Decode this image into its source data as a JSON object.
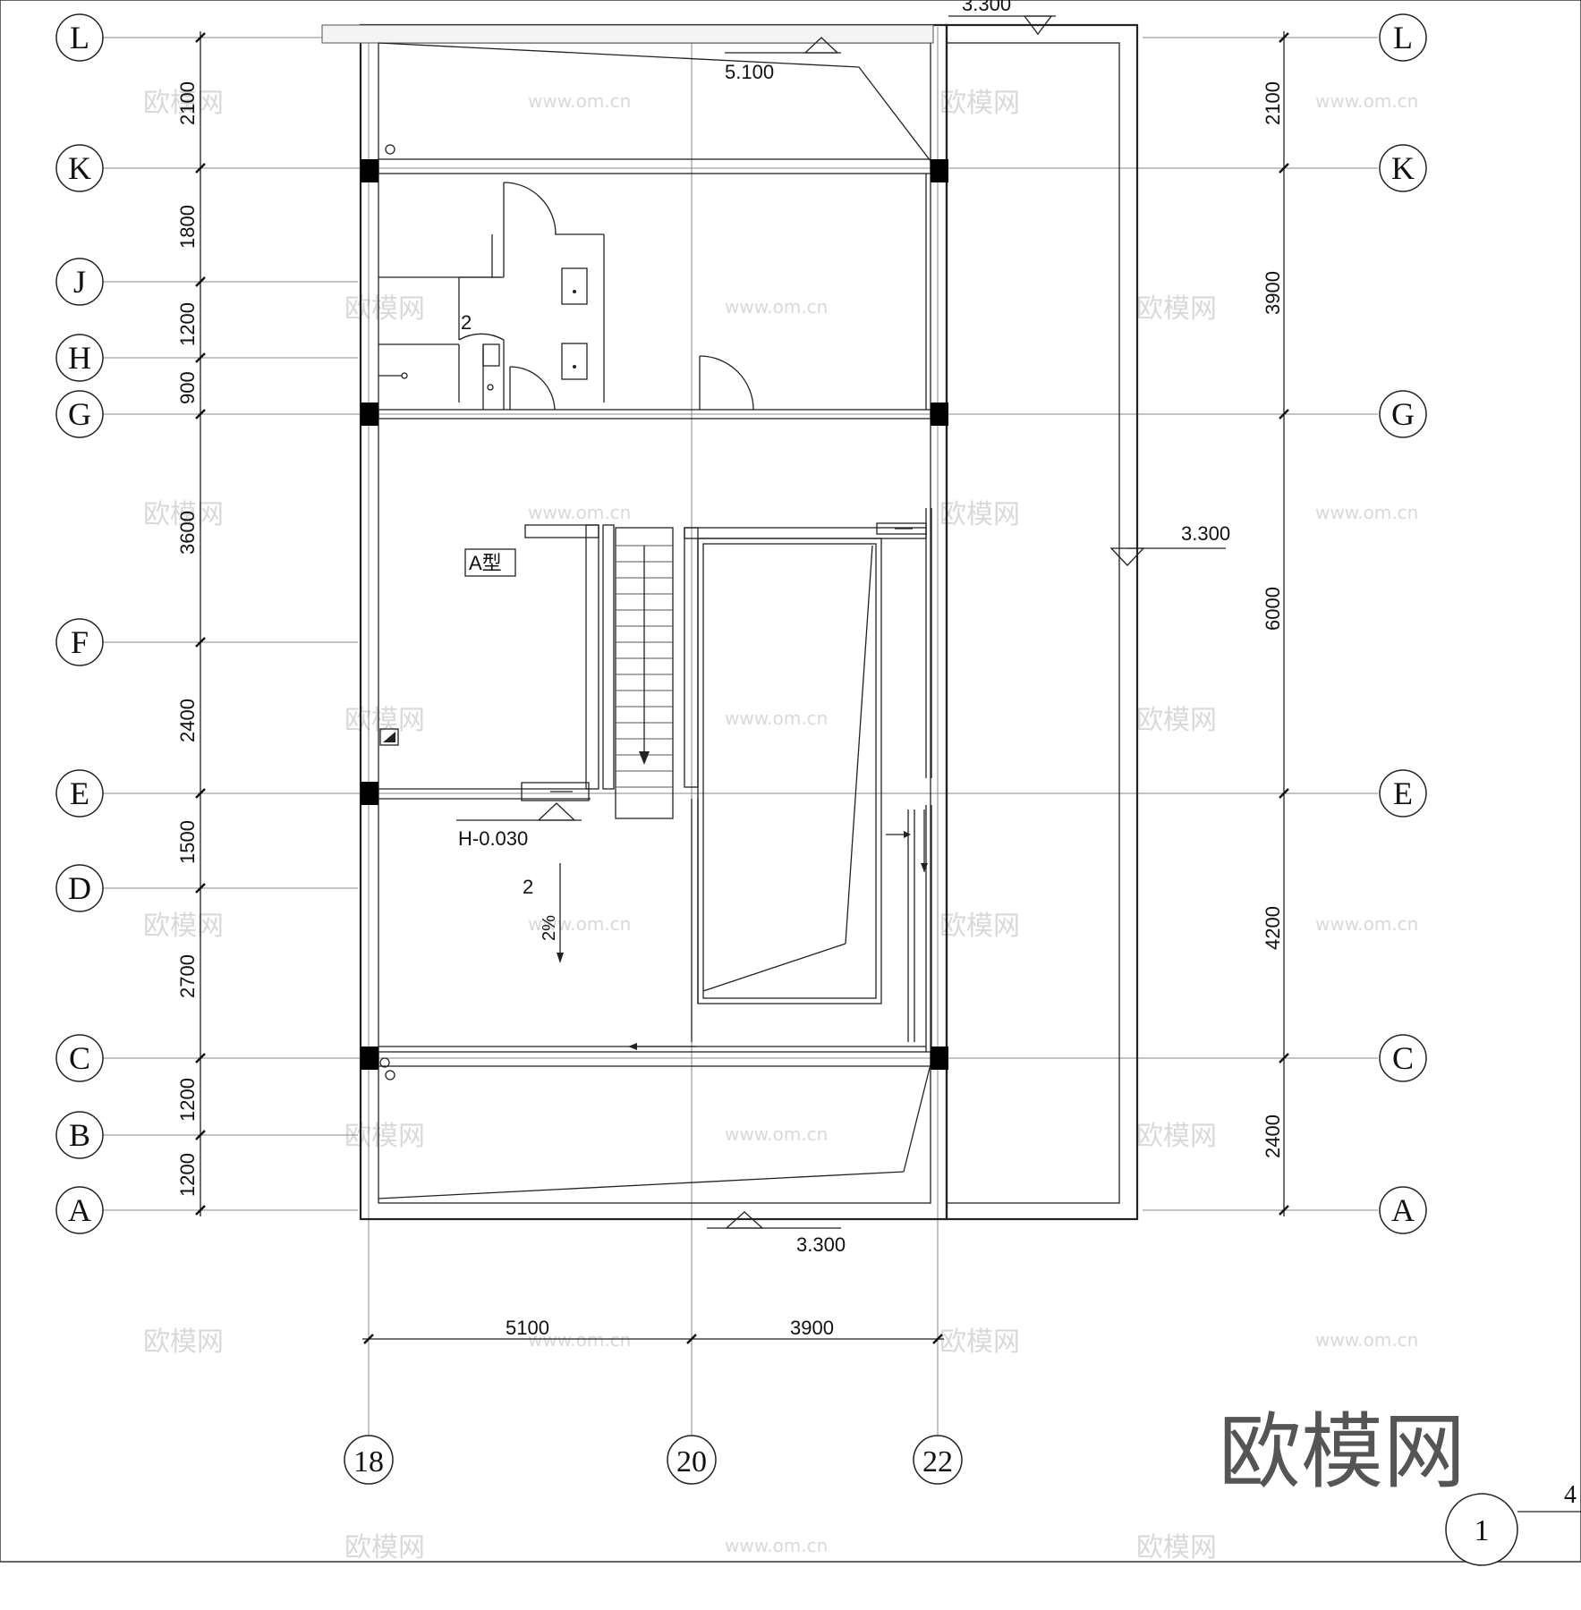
{
  "grid_rows": [
    {
      "label": "L"
    },
    {
      "label": "K"
    },
    {
      "label": "J"
    },
    {
      "label": "H"
    },
    {
      "label": "G"
    },
    {
      "label": "F"
    },
    {
      "label": "E"
    },
    {
      "label": "D"
    },
    {
      "label": "C"
    },
    {
      "label": "B"
    },
    {
      "label": "A"
    }
  ],
  "right_grid_rows": [
    "L",
    "K",
    "G",
    "E",
    "C",
    "A"
  ],
  "grid_columns": [
    "18",
    "20",
    "22"
  ],
  "left_dimensions": [
    "2100",
    "1800",
    "1200",
    "900",
    "3600",
    "2400",
    "1500",
    "2700",
    "1200",
    "1200"
  ],
  "right_dimensions": [
    "2100",
    "3900",
    "6000",
    "4200",
    "2400"
  ],
  "bottom_dimensions": [
    "5100",
    "3900"
  ],
  "elevations": {
    "top_partial": "3.300",
    "roof_top": "5.100",
    "right_roof": "3.300",
    "bottom": "3.300",
    "stair_landing": "H-0.030"
  },
  "annotations": {
    "type_tag": "A型",
    "drain_note_upper": "2",
    "drain_note_lower": "2",
    "slope": "2%"
  },
  "detail_marker": "1",
  "detail_marker_partial": "4",
  "watermarks": {
    "brand": "欧模网",
    "url": "www.om.cn"
  }
}
